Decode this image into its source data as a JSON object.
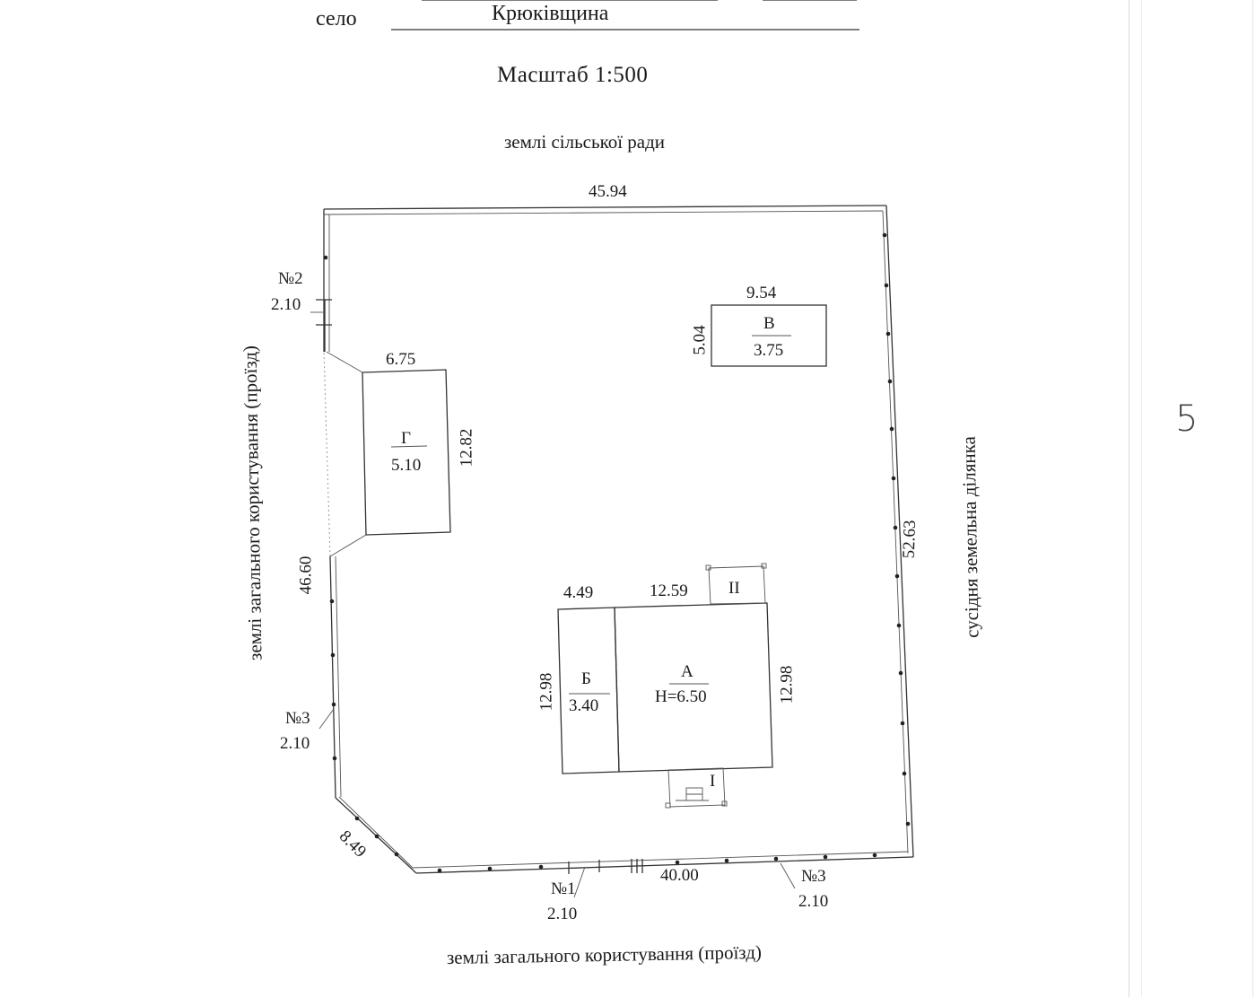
{
  "header": {
    "settlement_label": "село",
    "settlement_name": "Крюківщина",
    "scale": "Масштаб 1:500"
  },
  "borders": {
    "north": "землі сільської ради",
    "west": "землі загального користування (проїзд)",
    "east": "сусідня земельна ділянка",
    "south": "землі загального користування (проїзд)"
  },
  "dimensions": {
    "north_side": "45.94",
    "west_side": "46.60",
    "east_side": "52.63",
    "south_side": "40.00",
    "chamfer": "8.49"
  },
  "gates": [
    {
      "id": "№2",
      "width": "2.10"
    },
    {
      "id": "№3",
      "width": "2.10"
    },
    {
      "id": "№1",
      "width": "2.10"
    },
    {
      "id": "№3",
      "width": "2.10"
    }
  ],
  "buildings": {
    "G": {
      "letter": "Г",
      "height": "5.10",
      "width": "6.75",
      "length": "12.82"
    },
    "V": {
      "letter": "В",
      "height": "3.75",
      "width": "9.54",
      "length": "5.04"
    },
    "A": {
      "letter": "А",
      "height": "Н=6.50",
      "width": "12.59",
      "length": "12.98"
    },
    "B": {
      "letter": "Б",
      "height": "3.40",
      "width": "4.49",
      "length": "12.98"
    },
    "porch_I": "І",
    "porch_II": "ІІ"
  },
  "page_number": "5"
}
